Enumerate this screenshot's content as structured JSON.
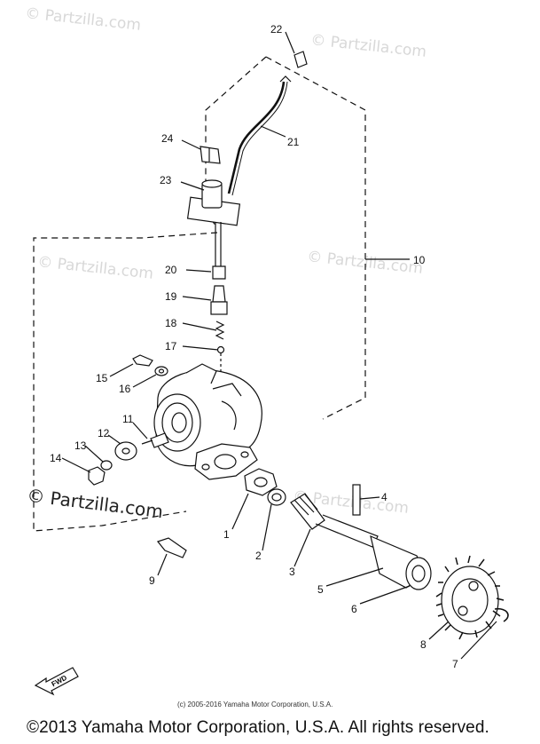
{
  "watermarks": [
    "© Partzilla.com",
    "© Partzilla.com",
    "© Partzilla.com",
    "© Partzilla.com",
    "© Partzilla.com",
    "© Partzilla.com"
  ],
  "part_numbers": [
    "22",
    "21",
    "24",
    "23",
    "10",
    "20",
    "19",
    "18",
    "17",
    "15",
    "16",
    "11",
    "12",
    "13",
    "14",
    "4",
    "1",
    "2",
    "3",
    "9",
    "5",
    "6",
    "8",
    "7"
  ],
  "direction_label": "FWD",
  "copyright_small": "(c) 2005-2016 Yamaha Motor Corporation, U.S.A.",
  "copyright_footer": "©2013 Yamaha Motor Corporation, U.S.A. All rights reserved."
}
